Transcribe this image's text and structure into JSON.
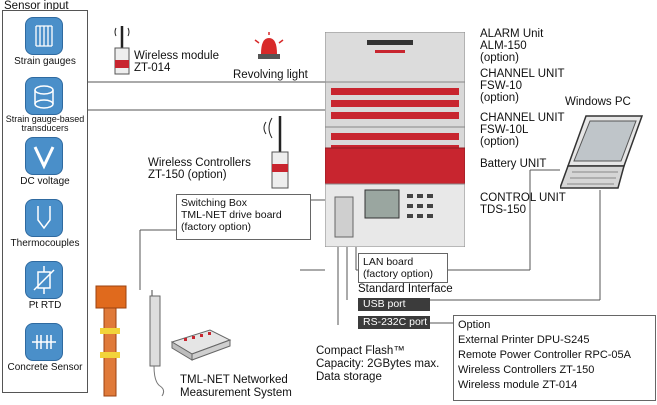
{
  "sensor_panel": {
    "title": "Sensor input",
    "items": [
      {
        "label": "Strain gauges",
        "icon": "strain-gauge-icon"
      },
      {
        "label": "Strain gauge-based transducers",
        "icon": "transducer-icon"
      },
      {
        "label": "DC voltage",
        "icon": "dc-voltage-icon"
      },
      {
        "label": "Thermocouples",
        "icon": "thermocouple-icon"
      },
      {
        "label": "Pt RTD",
        "icon": "pt-rtd-icon"
      },
      {
        "label": "Concrete Sensor",
        "icon": "concrete-sensor-icon"
      }
    ]
  },
  "labels": {
    "wireless_module": [
      "Wireless module",
      "ZT-014"
    ],
    "revolving_light": "Revolving light",
    "alarm_unit": [
      "ALARM Unit",
      "ALM-150",
      "(option)"
    ],
    "channel_unit_1": [
      "CHANNEL UNIT",
      "FSW-10",
      "(option)"
    ],
    "channel_unit_2": [
      "CHANNEL UNIT",
      "FSW-10L",
      "(option)"
    ],
    "windows_pc": "Windows PC",
    "battery_unit": "Battery UNIT",
    "control_unit": [
      "CONTROL UNIT",
      "TDS-150"
    ],
    "wireless_controllers": [
      "Wireless Controllers",
      "ZT-150 (option)"
    ],
    "switching_box": [
      "Switching Box",
      "TML-NET drive board",
      "(factory option)"
    ],
    "lan_board": [
      "LAN board",
      "(factory option)"
    ],
    "standard_interface": "Standard Interface",
    "usb_port": "USB port",
    "rs232c_port": "RS-232C port",
    "option_box": [
      "Option",
      "External Printer DPU-S245",
      "Remote Power Controller RPC-05A",
      "Wireless Controllers ZT-150",
      "Wireless module ZT-014"
    ],
    "compact_flash": [
      "Compact Flash™",
      "Capacity: 2GBytes max.",
      "Data storage"
    ],
    "tml_net": [
      "TML-NET Networked",
      "Measurement System"
    ]
  },
  "colors": {
    "unit_red": "#c8252f",
    "unit_gray": "#d9d9d9",
    "sensor_icon_blue": "#4a8fc9",
    "port_box_dark": "#3b3b3b",
    "beacon_red": "#d82a2a",
    "orange_device": "#e06a1d"
  }
}
